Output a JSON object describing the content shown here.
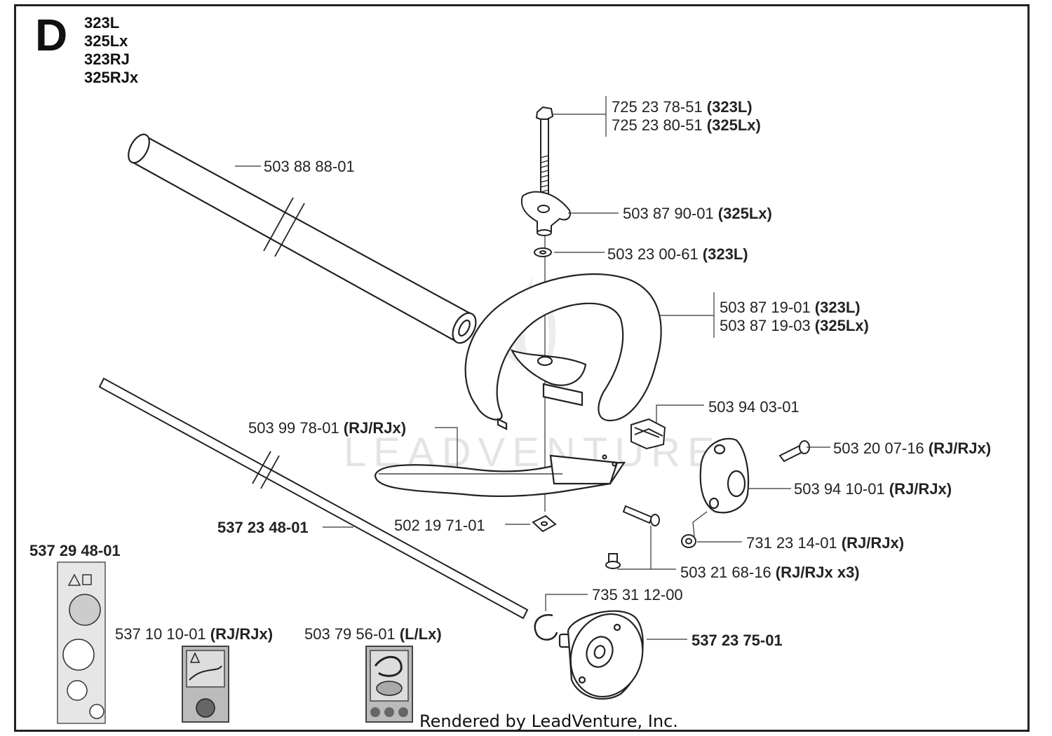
{
  "diagram": {
    "section_letter": "D",
    "models": [
      "323L",
      "325Lx",
      "323RJ",
      "325RJx"
    ],
    "watermark": "LEADVENTURE",
    "footer": "Rendered by LeadVenture, Inc.",
    "parts": {
      "bolt": {
        "lines": [
          {
            "num": "725 23 78-51",
            "note": "(323L)"
          },
          {
            "num": "725 23 80-51",
            "note": "(325Lx)"
          }
        ]
      },
      "tube": {
        "num": "503 88 88-01"
      },
      "wing_knob": {
        "num": "503 87 90-01",
        "note": "(325Lx)"
      },
      "washer": {
        "num": "503 23 00-61",
        "note": "(323L)"
      },
      "handle_loop": {
        "lines": [
          {
            "num": "503 87 19-01",
            "note": "(323L)"
          },
          {
            "num": "503 87 19-03",
            "note": "(325Lx)"
          }
        ]
      },
      "clamp_block": {
        "num": "503 94 03-01"
      },
      "rj_handle": {
        "num": "503 99 78-01",
        "note": "(RJ/RJx)"
      },
      "screw_a": {
        "num": "503 20 07-16",
        "note": "(RJ/RJx)"
      },
      "bracket": {
        "num": "503 94 10-01",
        "note": "(RJ/RJx)"
      },
      "drive_shaft": {
        "num": "537 23 48-01"
      },
      "nut_plate": {
        "num": "502 19 71-01"
      },
      "nut": {
        "num": "731 23 14-01",
        "note": "(RJ/RJx)"
      },
      "label_kit": {
        "num": "537 29 48-01"
      },
      "screw_b": {
        "num": "503 21 68-16",
        "note": "(RJ/RJx x3)"
      },
      "circlip": {
        "num": "735 31 12-00"
      },
      "decal_rj": {
        "num": "537 10 10-01",
        "note": "(RJ/RJx)"
      },
      "decal_l": {
        "num": "503 79 56-01",
        "note": "(L/Lx)"
      },
      "guard_cup": {
        "num": "537 23 75-01"
      }
    }
  }
}
